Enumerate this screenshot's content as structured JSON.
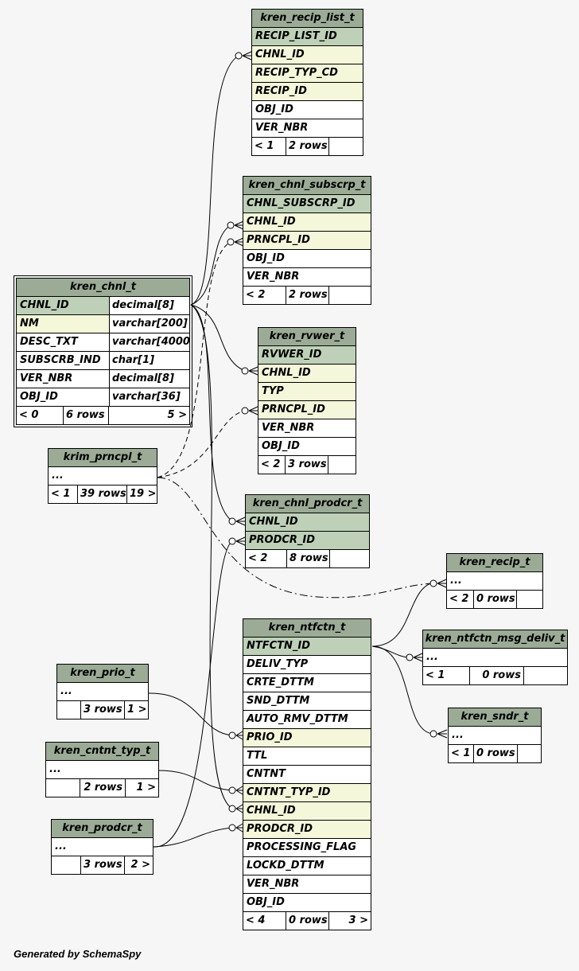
{
  "footer_credit": "Generated by SchemaSpy",
  "tables": {
    "recip_list": {
      "name": "kren_recip_list_t",
      "columns": [
        "RECIP_LIST_ID",
        "CHNL_ID",
        "RECIP_TYP_CD",
        "RECIP_ID",
        "OBJ_ID",
        "VER_NBR"
      ],
      "parents": "< 1",
      "rows": "2 rows",
      "children": ""
    },
    "chnl_subscrp": {
      "name": "kren_chnl_subscrp_t",
      "columns": [
        "CHNL_SUBSCRP_ID",
        "CHNL_ID",
        "PRNCPL_ID",
        "OBJ_ID",
        "VER_NBR"
      ],
      "parents": "< 2",
      "rows": "2 rows",
      "children": ""
    },
    "chnl": {
      "name": "kren_chnl_t",
      "columns": [
        {
          "name": "CHNL_ID",
          "type": "decimal[8]"
        },
        {
          "name": "NM",
          "type": "varchar[200]"
        },
        {
          "name": "DESC_TXT",
          "type": "varchar[4000]"
        },
        {
          "name": "SUBSCRB_IND",
          "type": "char[1]"
        },
        {
          "name": "VER_NBR",
          "type": "decimal[8]"
        },
        {
          "name": "OBJ_ID",
          "type": "varchar[36]"
        }
      ],
      "parents": "< 0",
      "rows": "6 rows",
      "children": "5 >"
    },
    "rvwer": {
      "name": "kren_rvwer_t",
      "columns": [
        "RVWER_ID",
        "CHNL_ID",
        "TYP",
        "PRNCPL_ID",
        "VER_NBR",
        "OBJ_ID"
      ],
      "parents": "< 2",
      "rows": "3 rows",
      "children": ""
    },
    "prncpl": {
      "name": "krim_prncpl_t",
      "columns": [
        "..."
      ],
      "parents": "< 1",
      "rows": "39 rows",
      "children": "19 >"
    },
    "chnl_prodcr": {
      "name": "kren_chnl_prodcr_t",
      "columns": [
        "CHNL_ID",
        "PRODCR_ID"
      ],
      "parents": "< 2",
      "rows": "8 rows",
      "children": ""
    },
    "recip": {
      "name": "kren_recip_t",
      "columns": [
        "..."
      ],
      "parents": "< 2",
      "rows": "0 rows",
      "children": ""
    },
    "ntfctn": {
      "name": "kren_ntfctn_t",
      "columns": [
        "NTFCTN_ID",
        "DELIV_TYP",
        "CRTE_DTTM",
        "SND_DTTM",
        "AUTO_RMV_DTTM",
        "PRIO_ID",
        "TTL",
        "CNTNT",
        "CNTNT_TYP_ID",
        "CHNL_ID",
        "PRODCR_ID",
        "PROCESSING_FLAG",
        "LOCKD_DTTM",
        "VER_NBR",
        "OBJ_ID"
      ],
      "parents": "< 4",
      "rows": "0 rows",
      "children": "3 >"
    },
    "msg_deliv": {
      "name": "kren_ntfctn_msg_deliv_t",
      "columns": [
        "..."
      ],
      "parents": "< 1",
      "rows": "0 rows",
      "children": ""
    },
    "prio": {
      "name": "kren_prio_t",
      "columns": [
        "..."
      ],
      "parents": "",
      "rows": "3 rows",
      "children": "1 >"
    },
    "sndr": {
      "name": "kren_sndr_t",
      "columns": [
        "..."
      ],
      "parents": "< 1",
      "rows": "0 rows",
      "children": ""
    },
    "cntnt_typ": {
      "name": "kren_cntnt_typ_t",
      "columns": [
        "..."
      ],
      "parents": "",
      "rows": "2 rows",
      "children": "1 >"
    },
    "prodcr": {
      "name": "kren_prodcr_t",
      "columns": [
        "..."
      ],
      "parents": "",
      "rows": "3 rows",
      "children": "2 >"
    }
  }
}
